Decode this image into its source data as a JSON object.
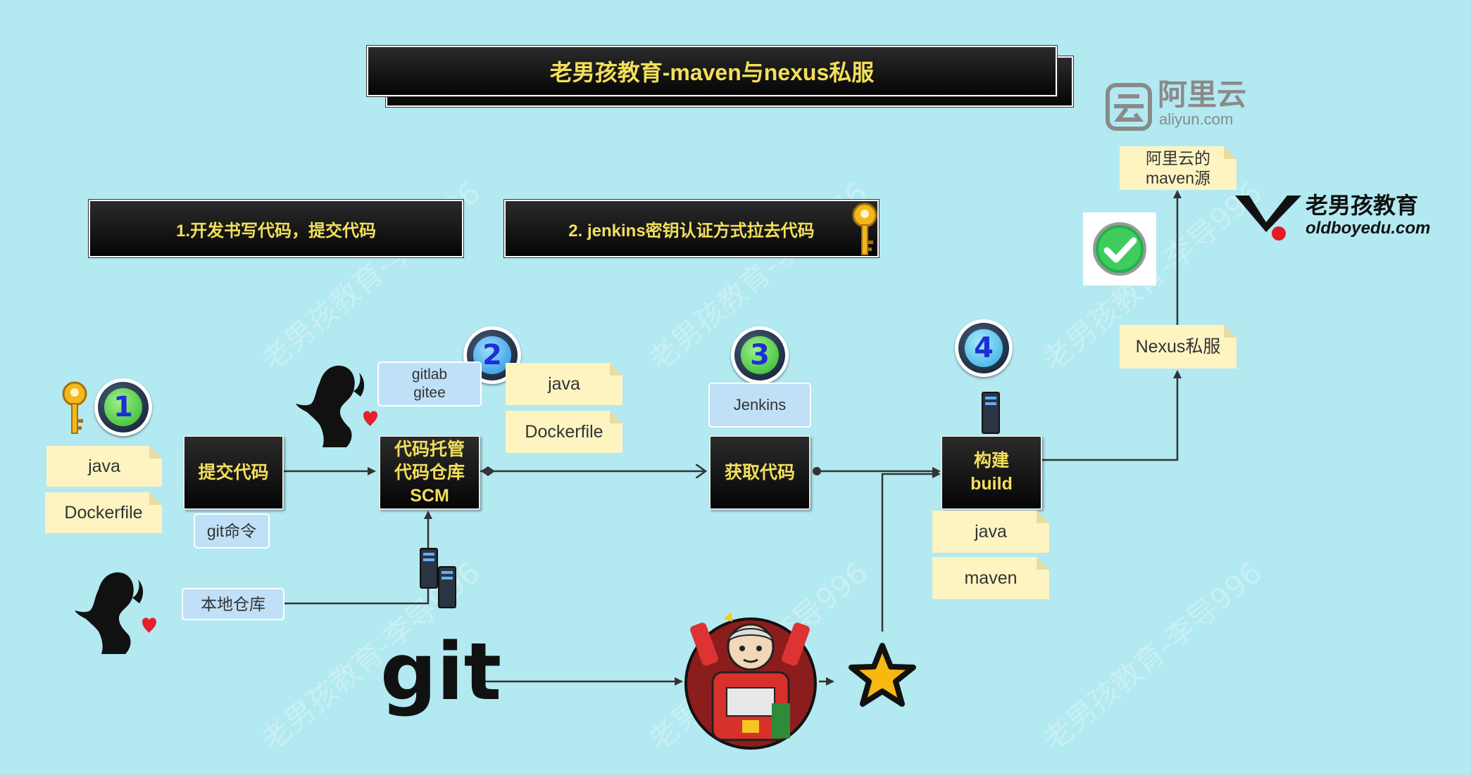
{
  "title": "老男孩教育-maven与nexus私服",
  "steps": {
    "step1": "1.开发书写代码，提交代码",
    "step2": "2. jenkins密钥认证方式拉去代码"
  },
  "nodes": {
    "commit": "提交代码",
    "scm": [
      "代码托管",
      "代码仓库",
      "SCM"
    ],
    "fetch": "获取代码",
    "build": [
      "构建",
      "build"
    ]
  },
  "notes": {
    "java1": "java",
    "dockerfile1": "Dockerfile",
    "java2": "java",
    "dockerfile2": "Dockerfile",
    "java3": "java",
    "maven": "maven",
    "nexus": "Nexus私服",
    "aliyun_maven": [
      "阿里云的",
      "maven源"
    ]
  },
  "labels": {
    "git_cmd": "git命令",
    "local_repo": "本地仓库",
    "gitlab": [
      "gitlab",
      "gitee"
    ],
    "jenkins": "Jenkins"
  },
  "badges": [
    "1",
    "2",
    "3",
    "4"
  ],
  "logos": {
    "aliyun_cn": "阿里云",
    "aliyun_en": "aliyun.com",
    "oldboy_cn": "老男孩教育",
    "oldboy_en": "oldboyedu.com",
    "git": "git"
  },
  "watermark": "老男孩教育-李导996",
  "colors": {
    "background": "#b3e9f1",
    "node_text": "#f3df5b",
    "note_bg": "#fdf4c2",
    "label_bg": "#bfe0f7",
    "badge_digit": "#1d2fd6",
    "check_green": "#22b14c"
  },
  "icons": [
    "key-icon",
    "woman-silhouette-icon",
    "server-icon",
    "jenkins-mascot-icon",
    "star-icon",
    "check-icon",
    "aliyun-logo-icon",
    "oldboy-logo-icon",
    "git-logo"
  ]
}
